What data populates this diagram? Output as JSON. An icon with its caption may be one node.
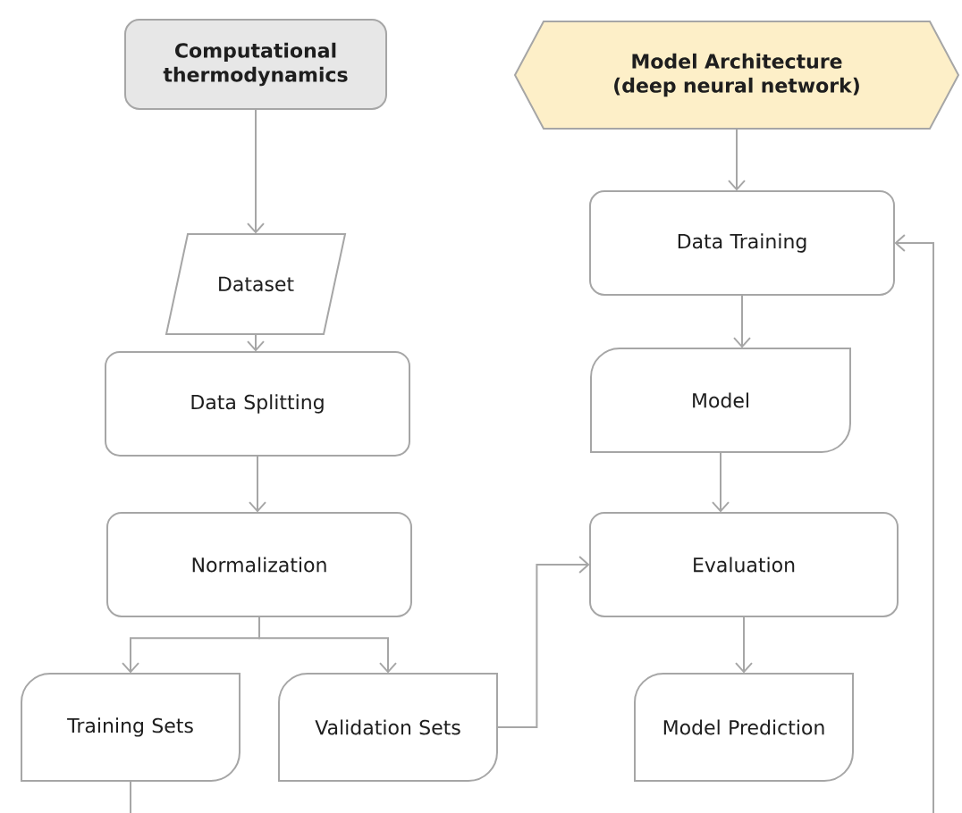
{
  "diagram": {
    "nodes": [
      {
        "text": [
          "Computational thermodynamics"
        ]
      },
      {
        "text": [
          "Model Architecture (deep neural network)"
        ]
      },
      {
        "text": [
          "Dataset"
        ]
      },
      {
        "text": [
          "Data Training"
        ]
      },
      {
        "text": [
          "Data Splitting"
        ]
      },
      {
        "text": [
          "Model"
        ]
      },
      {
        "text": [
          "Normalization"
        ]
      },
      {
        "text": [
          "Evaluation"
        ]
      },
      {
        "text": [
          "Training Sets"
        ]
      },
      {
        "text": [
          "Validation Sets"
        ]
      },
      {
        "text": [
          "Model Prediction"
        ]
      }
    ],
    "edges": [
      {
        "from": 0,
        "to": 2,
        "arrow": "to"
      },
      {
        "from": 2,
        "to": 4,
        "arrow": "to"
      },
      {
        "from": 4,
        "to": 6,
        "arrow": "to"
      },
      {
        "from": 6,
        "to": 8,
        "arrow": "to"
      },
      {
        "from": 6,
        "to": 9,
        "arrow": "to"
      },
      {
        "from": 9,
        "to": 7,
        "arrow": "to"
      },
      {
        "from": 1,
        "to": 3,
        "arrow": "to"
      },
      {
        "from": 3,
        "to": 5,
        "arrow": "to"
      },
      {
        "from": 5,
        "to": 7,
        "arrow": "to"
      },
      {
        "from": 7,
        "to": 10,
        "arrow": "to"
      },
      {
        "from": 8,
        "to": null,
        "arrow": "none"
      },
      {
        "from": null,
        "to": 3,
        "arrow": "to"
      }
    ]
  }
}
